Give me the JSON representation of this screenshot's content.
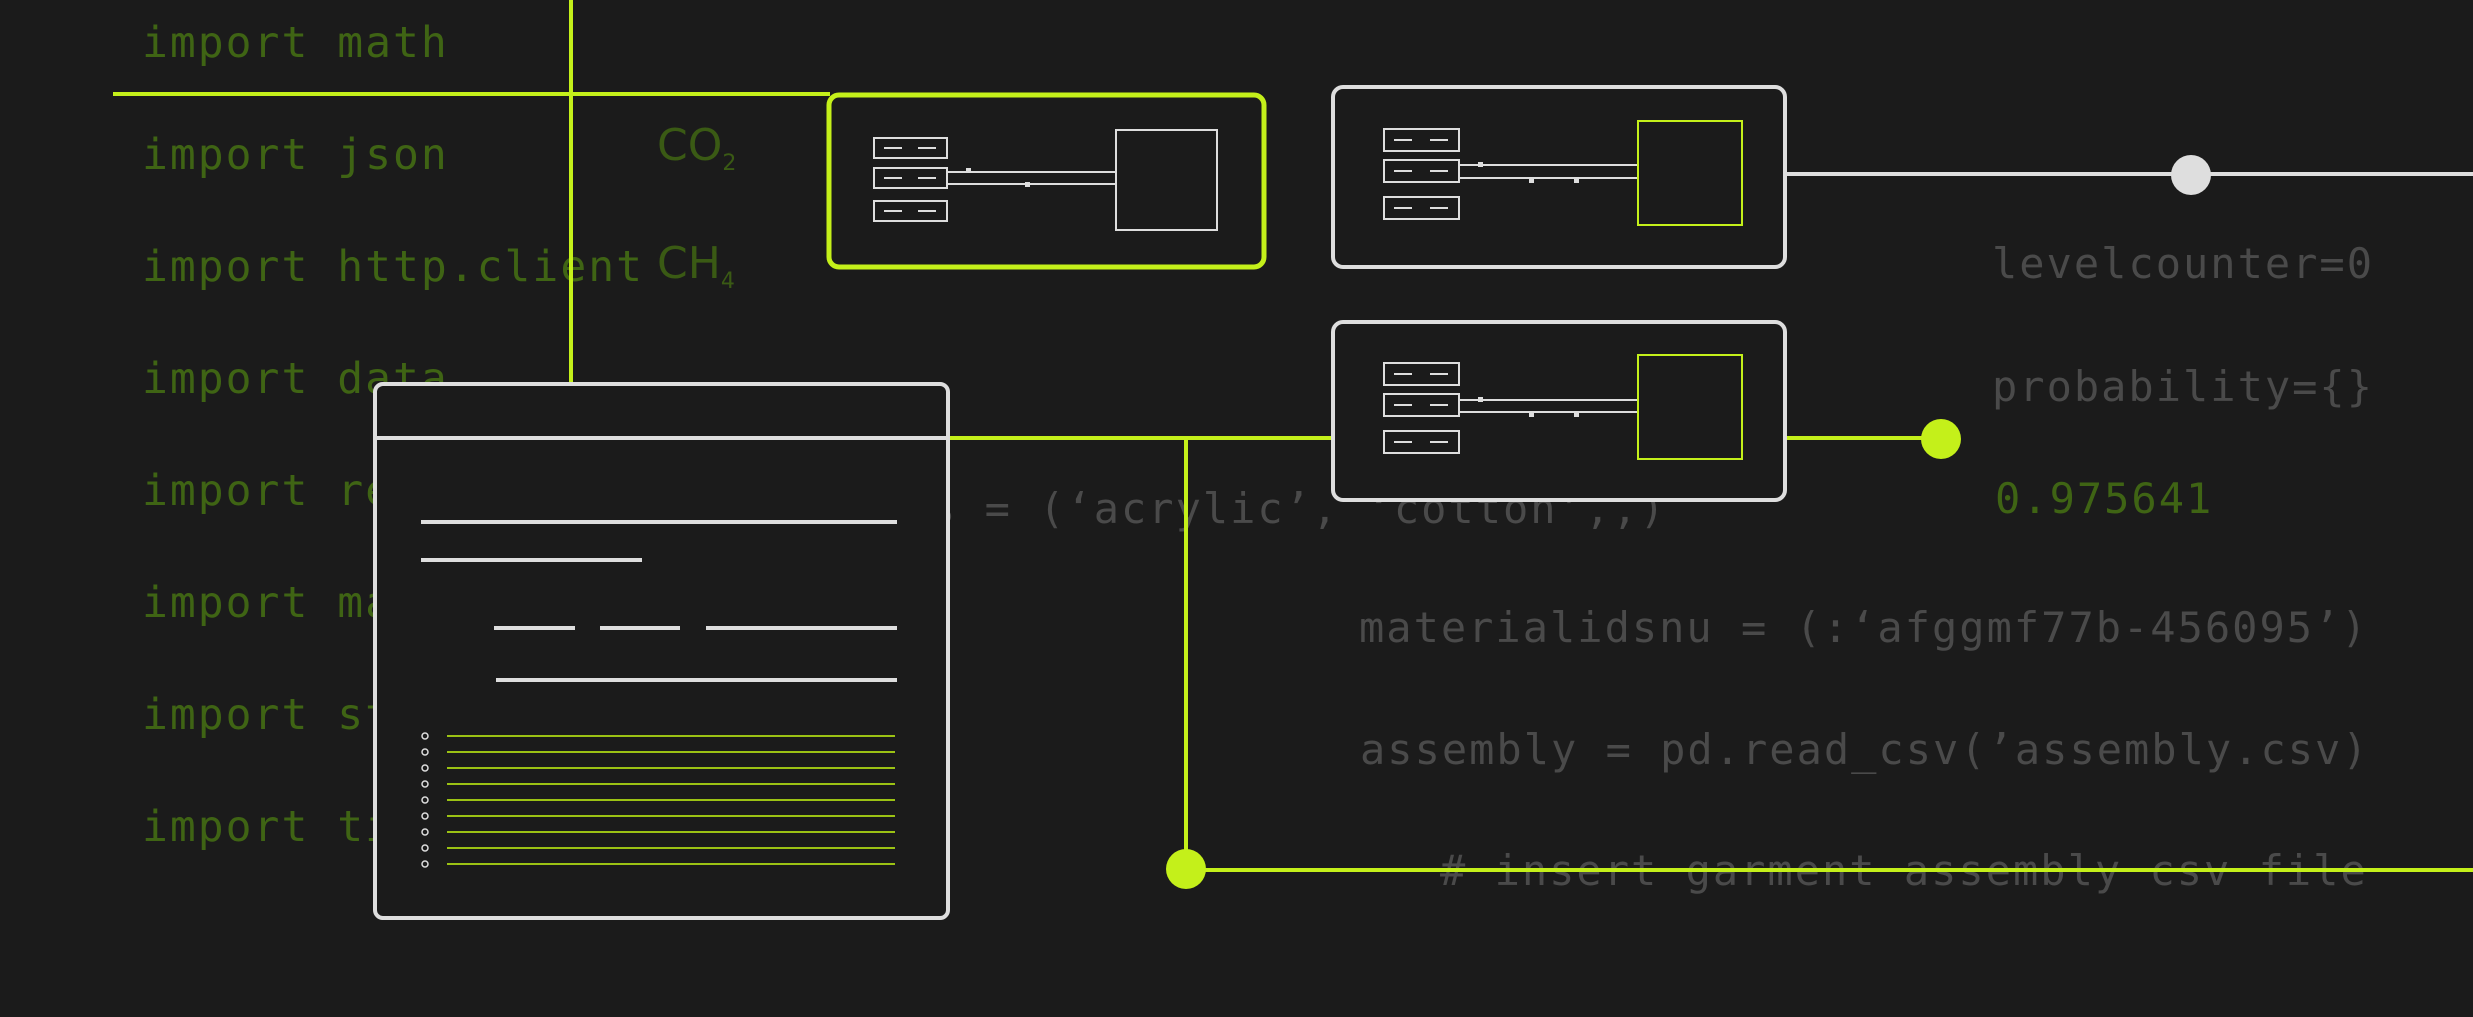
{
  "code": {
    "imports": [
      "import math",
      "import json",
      "import http.client",
      "import data",
      "import re",
      "import ma",
      "import st",
      "import ti"
    ],
    "chem": [
      {
        "base": "CO",
        "sub": "2"
      },
      {
        "base": "CH",
        "sub": "4"
      }
    ],
    "right_lines": {
      "level": "levelcounter=0",
      "prob": "probability={}",
      "value": "0.975641",
      "fabrics": "s = (‘acrylic’, ‘cotton’,,)",
      "material": "materialidsnu = (:‘afggmf77b-456095’)",
      "assembly": "assembly = pd.read_csv(’assembly.csv)",
      "comment": "# insert garment assembly csv file"
    }
  },
  "colors": {
    "background": "#1b1b1b",
    "accent": "#c4f01a",
    "line_light": "#dedede",
    "code_green": "#3f6414",
    "code_gray": "#4a4a4a"
  },
  "icons": [
    "server-icon",
    "document-window-icon",
    "connector-node-icon"
  ]
}
